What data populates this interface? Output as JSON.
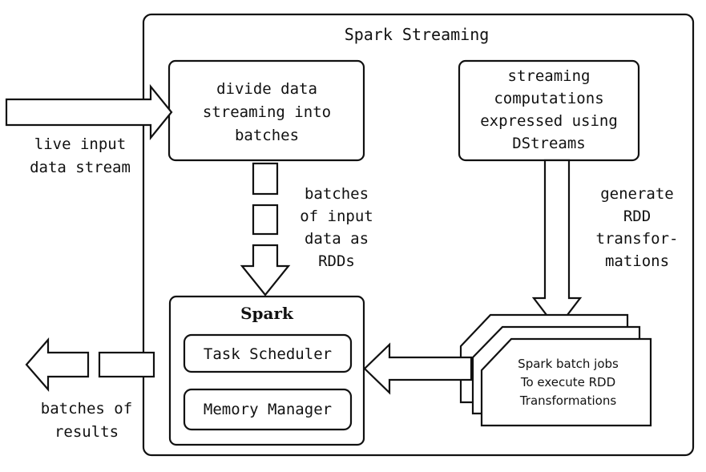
{
  "title": "Spark Streaming",
  "divide_box": [
    "divide data",
    "streaming into",
    "batches"
  ],
  "computations_box": [
    "streaming",
    "computations",
    "expressed using",
    "DStreams"
  ],
  "live_input": [
    "live input",
    "data stream"
  ],
  "batches_input": [
    "batches",
    "of input",
    "data as",
    "RDDs"
  ],
  "generate_rdd": [
    "generate",
    "RDD",
    "transfor-",
    "mations"
  ],
  "spark": {
    "title": "Spark",
    "task_scheduler": "Task Scheduler",
    "memory_manager": "Memory Manager"
  },
  "jobs_box": [
    "Spark batch jobs",
    "To execute RDD",
    "Transformations"
  ],
  "results": [
    "batches of",
    "results"
  ]
}
